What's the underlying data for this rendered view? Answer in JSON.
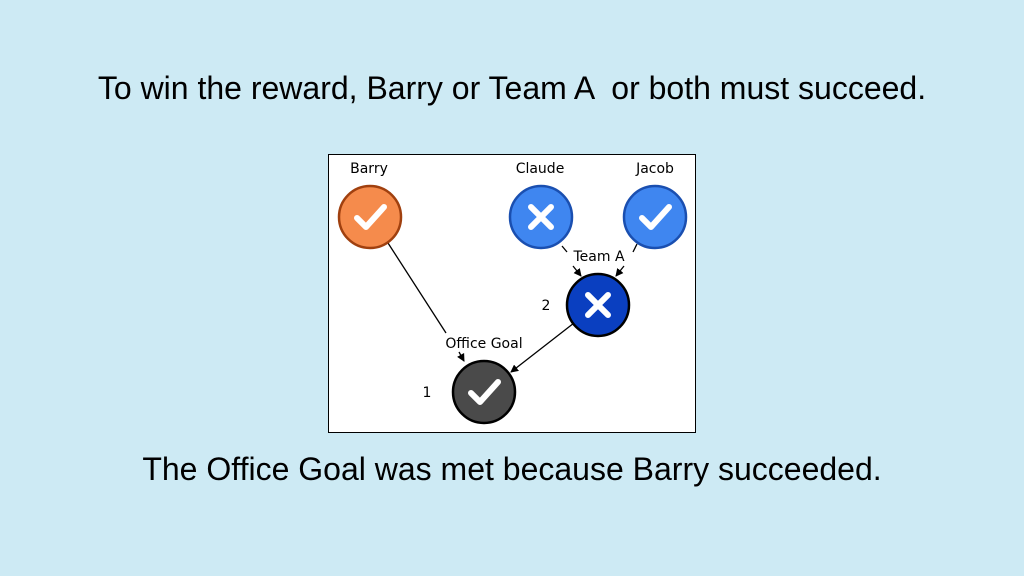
{
  "headline": "To win the reward, Barry or Team A  or both must succeed.",
  "caption": "The Office Goal was met because Barry succeeded.",
  "diagram": {
    "nodes": [
      {
        "id": "barry",
        "label": "Barry",
        "status": "success",
        "color": "#f58b4c",
        "stroke": "#a0400f",
        "icon": "check-icon"
      },
      {
        "id": "claude",
        "label": "Claude",
        "status": "failure",
        "color": "#3f86f0",
        "stroke": "#1a4fb0",
        "icon": "cross-icon"
      },
      {
        "id": "jacob",
        "label": "Jacob",
        "status": "success",
        "color": "#3f86f0",
        "stroke": "#1a4fb0",
        "icon": "check-icon"
      },
      {
        "id": "team-a",
        "label": "Team A",
        "number": "2",
        "status": "failure",
        "color": "#0a3fc0",
        "stroke": "#000000",
        "icon": "cross-icon"
      },
      {
        "id": "office-goal",
        "label": "Office Goal",
        "number": "1",
        "status": "success",
        "color": "#4a4a4a",
        "stroke": "#000000",
        "icon": "check-icon"
      }
    ],
    "edges": [
      {
        "from": "barry",
        "to": "office-goal"
      },
      {
        "from": "team-a",
        "to": "office-goal"
      },
      {
        "from": "claude",
        "to": "team-a"
      },
      {
        "from": "jacob",
        "to": "team-a"
      }
    ]
  }
}
